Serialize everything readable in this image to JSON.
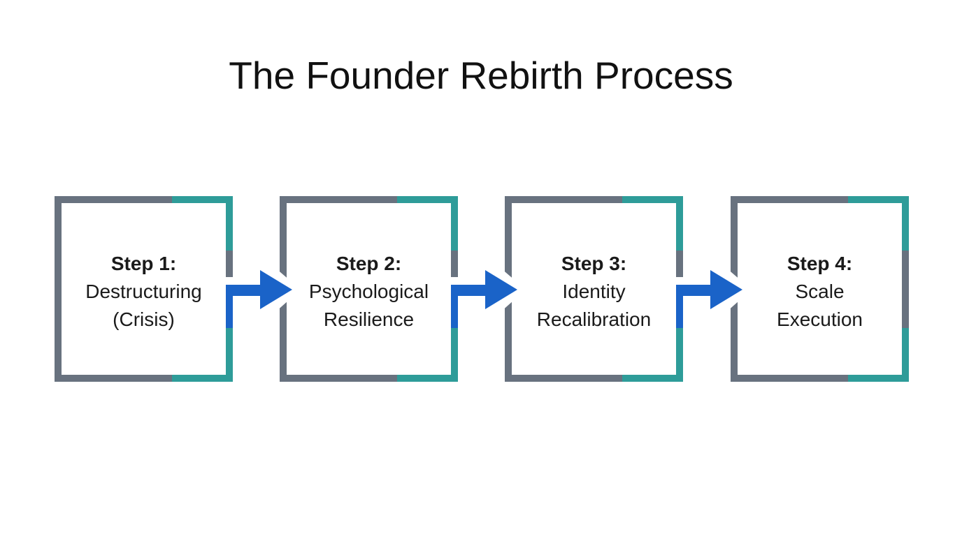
{
  "title": "The Founder Rebirth Process",
  "steps": [
    {
      "label": "Step 1:",
      "line1": "Destructuring",
      "line2": "(Crisis)"
    },
    {
      "label": "Step 2:",
      "line1": "Psychological",
      "line2": "Resilience"
    },
    {
      "label": "Step 3:",
      "line1": "Identity",
      "line2": "Recalibration"
    },
    {
      "label": "Step 4:",
      "line1": "Scale",
      "line2": "Execution"
    }
  ],
  "colors": {
    "gray": "#68727f",
    "teal": "#2e9c99",
    "blue": "#1a63c8",
    "text": "#1a1a1a",
    "background": "#ffffff"
  }
}
